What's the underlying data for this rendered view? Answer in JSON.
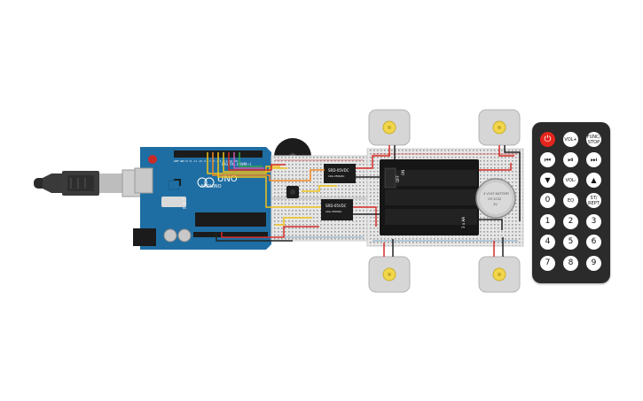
{
  "arduino": {
    "logo_text": "ARDUINO",
    "model": "UNO",
    "digital_header": "DIGITAL (PWM~)",
    "header_pins": "AREF GND 13 12 ~11 ~10 ~9 8 7 ~6 ~5 4 ~3 2 TX1 RX0",
    "tx_label": "TX",
    "rx_label": "RX",
    "l_label": "L"
  },
  "relays": [
    {
      "label": "SRD-05VDC",
      "sub": "10A 250VAC"
    },
    {
      "label": "SRD-05VDC",
      "sub": "10A 250VAC"
    }
  ],
  "battery_pack": {
    "switch_off": "OFF",
    "switch_on": "ON",
    "spec": "3 x AA"
  },
  "coin_cell": {
    "line1": "3 VOLT BATTERY",
    "line2": "CR 2032",
    "line3": "3V"
  },
  "remote": {
    "buttons": [
      {
        "id": "power",
        "label": "⏻",
        "icon": "power-icon"
      },
      {
        "id": "vol-up",
        "label": "VOL+"
      },
      {
        "id": "func-stop",
        "label": "FUNC/ STOP"
      },
      {
        "id": "rewind",
        "label": "⏮",
        "icon": "skip-back-icon"
      },
      {
        "id": "play-pause",
        "label": "⏯",
        "icon": "play-pause-icon"
      },
      {
        "id": "fast-forward",
        "label": "⏭",
        "icon": "skip-forward-icon"
      },
      {
        "id": "down",
        "label": "▼",
        "icon": "arrow-down-icon"
      },
      {
        "id": "vol-down",
        "label": "VOL-"
      },
      {
        "id": "up",
        "label": "▲",
        "icon": "arrow-up-icon"
      },
      {
        "id": "zero",
        "label": "0"
      },
      {
        "id": "eq",
        "label": "EQ"
      },
      {
        "id": "st-rept",
        "label": "ST/ REPT"
      },
      {
        "id": "one",
        "label": "1"
      },
      {
        "id": "two",
        "label": "2"
      },
      {
        "id": "three",
        "label": "3"
      },
      {
        "id": "four",
        "label": "4"
      },
      {
        "id": "five",
        "label": "5"
      },
      {
        "id": "six",
        "label": "6"
      },
      {
        "id": "seven",
        "label": "7"
      },
      {
        "id": "eight",
        "label": "8"
      },
      {
        "id": "nine",
        "label": "9"
      }
    ]
  },
  "colors": {
    "arduino_blue": "#1f6ea3",
    "breadboard": "#e3e3e3",
    "wire_red": "#d62b27",
    "wire_black": "#222222",
    "wire_yellow": "#f0c419",
    "wire_orange": "#f08a24",
    "motor_body": "#d6d6d6",
    "motor_hub": "#f2d64b",
    "remote_body": "#2b2b2b",
    "remote_power": "#e5251d"
  }
}
